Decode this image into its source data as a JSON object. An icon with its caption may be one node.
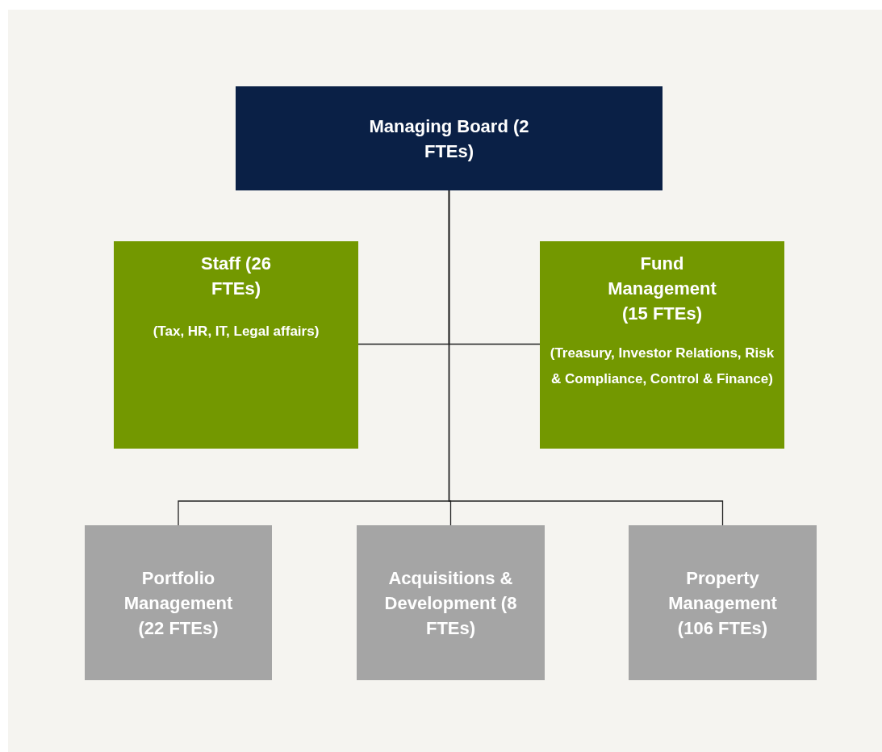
{
  "diagram": {
    "nodes": [
      {
        "text": [
          "Managing Board (2 FTEs)"
        ]
      },
      {
        "text": [
          "Staff (26 FTEs)",
          "(Tax, HR, IT, Legal affairs)"
        ]
      },
      {
        "text": [
          "Fund Management (15 FTEs)",
          "(Treasury, Investor Relations, Risk & Compliance, Control & Finance)"
        ]
      },
      {
        "text": [
          "Portfolio Management (22 FTEs)"
        ]
      },
      {
        "text": [
          "Acquisitions & Development (8 FTEs)"
        ]
      },
      {
        "text": [
          "Property Management (106 FTEs)"
        ]
      }
    ],
    "edges": [
      {
        "from": 0,
        "to": 1,
        "arrow": "none"
      },
      {
        "from": 0,
        "to": 2,
        "arrow": "none"
      },
      {
        "from": 0,
        "to": 3,
        "arrow": "none"
      },
      {
        "from": 0,
        "to": 4,
        "arrow": "none"
      },
      {
        "from": 0,
        "to": 5,
        "arrow": "none"
      }
    ]
  }
}
